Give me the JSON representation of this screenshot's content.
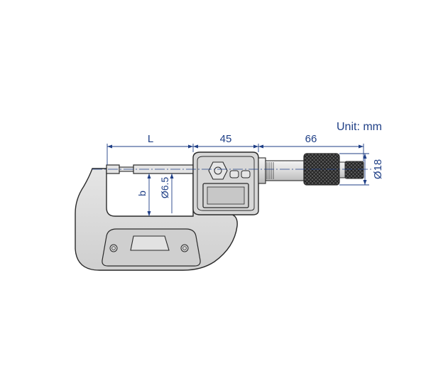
{
  "unit_label": "Unit: mm",
  "dimensions": {
    "length": "L",
    "frame_width": "45",
    "thimble_length": "66",
    "thimble_diameter": "Ø18",
    "spindle_diameter": "Ø6.5",
    "depth": "b"
  },
  "colors": {
    "dimension_blue": "#1f3f86",
    "body_fill": "#d8d8d8",
    "outline": "#2a2a2a",
    "knurl_dark": "#3a3a3a"
  }
}
